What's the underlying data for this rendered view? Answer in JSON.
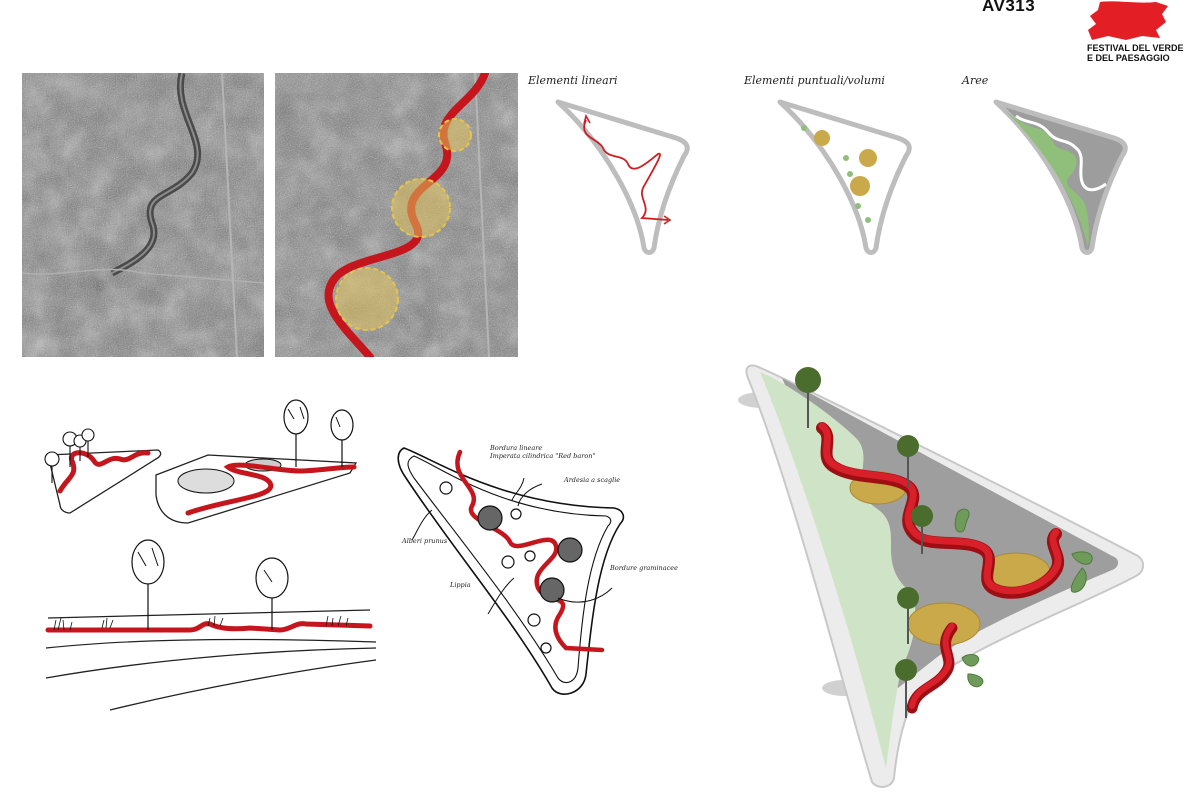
{
  "header": {
    "project_code": "AV313",
    "festival_name_line1": "FESTIVAL DEL VERDE",
    "festival_name_line2": "E DEL PAESAGGIO"
  },
  "diagrams": {
    "linear_title": "Elementi lineari",
    "points_title": "Elementi puntuali/volumi",
    "areas_title": "Aree"
  },
  "annotations": {
    "border_line1": "Bordura lineare",
    "border_line2": "Imperata cilindrica \"Red baron\"",
    "slate": "Ardesia a scaglie",
    "trees": "Alberi prunus",
    "grasses": "Bordure graminacee",
    "lippia": "Lippia"
  },
  "colors": {
    "red_accent": "#cc1f24",
    "ochre": "#c9a94a",
    "green": "#8fbf7a",
    "light_green": "#cfe3c6",
    "grey": "#9a9a9a"
  }
}
